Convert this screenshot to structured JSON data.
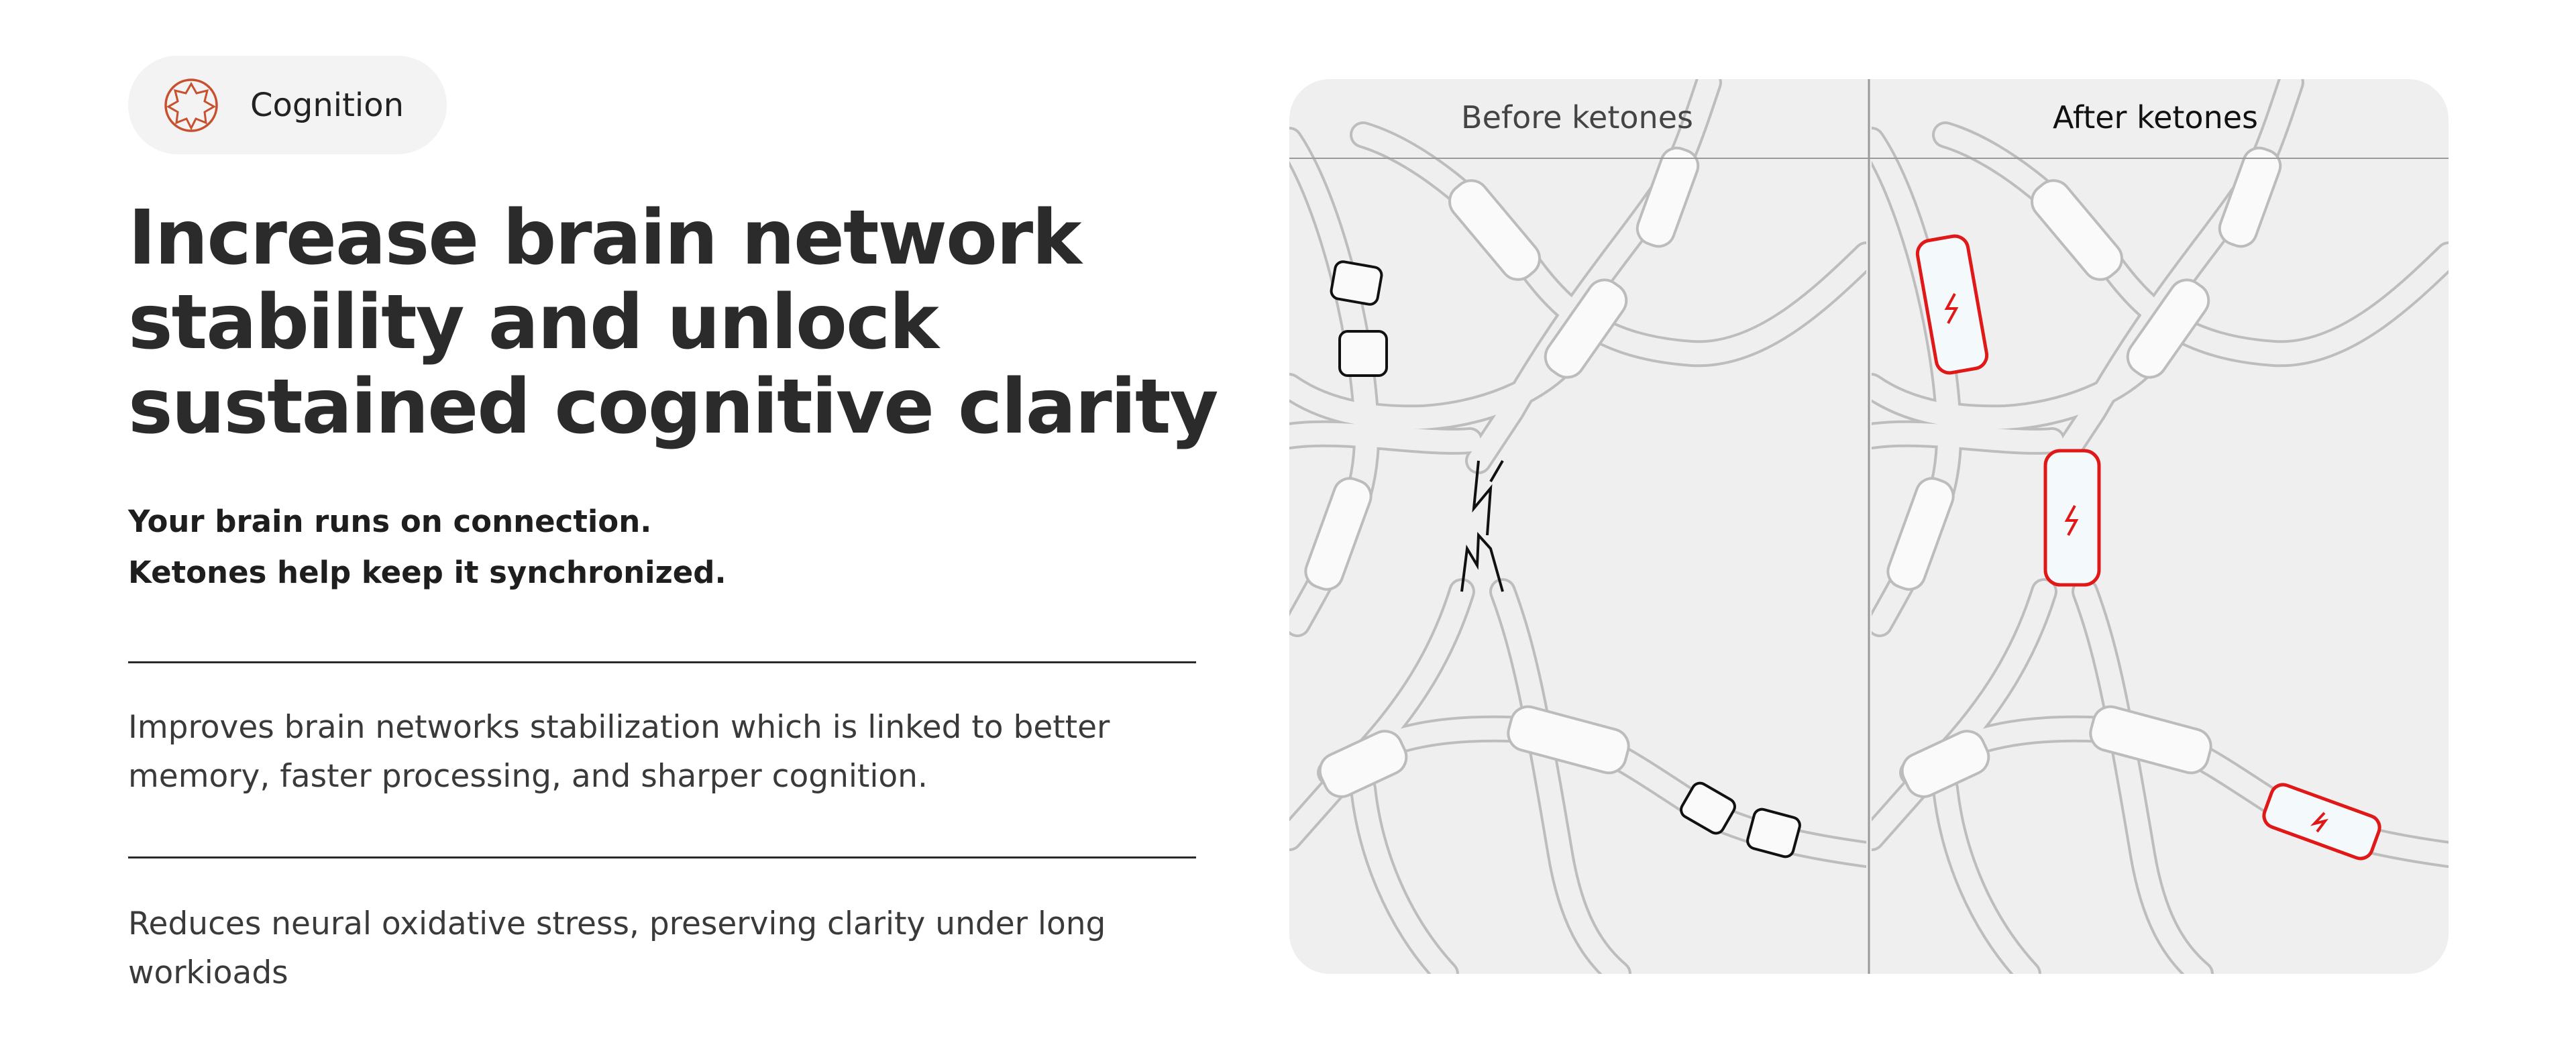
{
  "badge": {
    "label": "Cognition",
    "icon": "star-in-circle-icon",
    "icon_color": "#c8502e"
  },
  "headline": [
    "Increase brain network",
    "stability and unlock",
    "sustained cognitive clarity"
  ],
  "subtitle": [
    "Your brain runs on connection.",
    "Ketones help keep it synchronized."
  ],
  "benefits": [
    {
      "text": "Improves brain networks stabilization which is linked to better memory, faster processing, and sharper cognition."
    },
    {
      "text": "Reduces neural oxidative stress, preserving clarity under long workioads"
    }
  ],
  "illustration": {
    "before_label": "Before ketones",
    "after_label": "After ketones",
    "accent_color": "#e01818",
    "broken_color": "#111111"
  }
}
